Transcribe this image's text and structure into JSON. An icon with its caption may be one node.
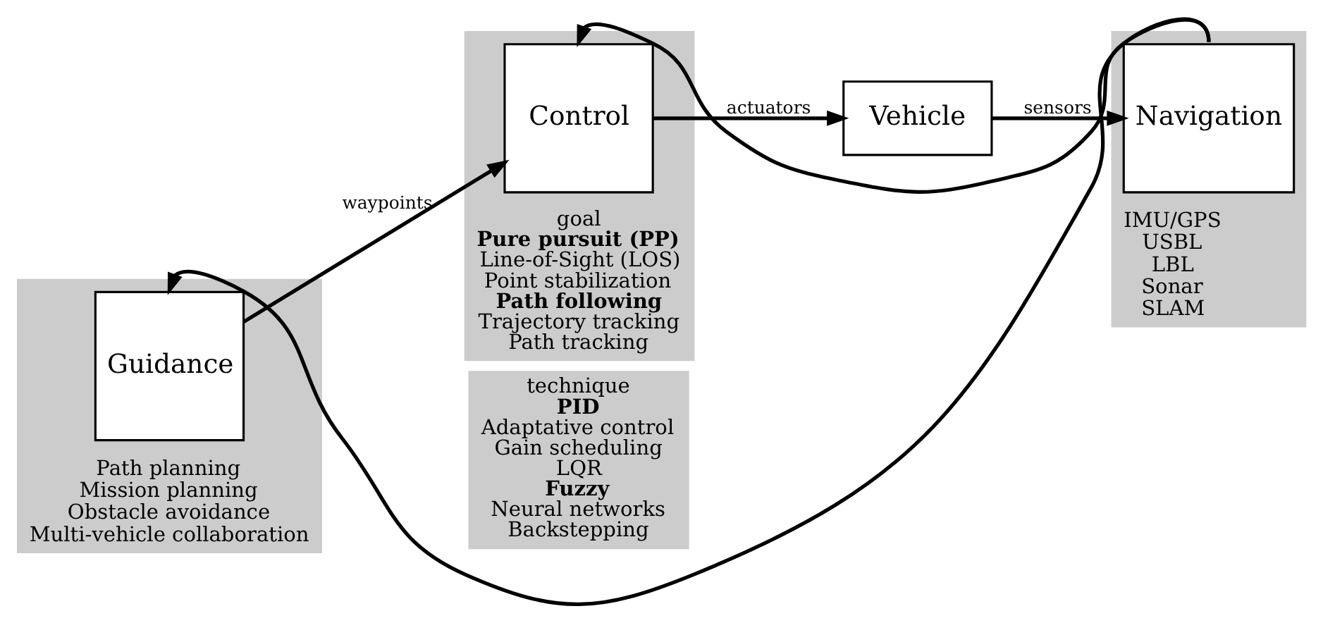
{
  "diagram": {
    "nodes": [
      {
        "text": [
          "Path planning",
          "Mission planning",
          "Obstacle avoidance",
          "Multi-vehicle collaboration"
        ]
      },
      {
        "text": [
          "Guidance"
        ],
        "in": 0
      },
      {
        "text": [
          "goal",
          "**Pure pursuit (PP)**",
          "Line-of-Sight (LOS)",
          "Point stabilization",
          "**Path following**",
          "Trajectory tracking",
          "Path tracking"
        ]
      },
      {
        "text": [
          "Control"
        ],
        "in": 2
      },
      {
        "text": [
          "technique",
          "**PID**",
          "Adaptative control",
          "Gain scheduling",
          "LQR",
          "**Fuzzy**",
          "Neural networks",
          "Backstepping"
        ]
      },
      {
        "text": [
          "Vehicle"
        ]
      },
      {
        "text": [
          "IMU/GPS",
          "USBL",
          "LBL",
          "Sonar",
          "SLAM"
        ]
      },
      {
        "text": [
          "Navigation"
        ],
        "in": 6
      }
    ],
    "edges": [
      {
        "from": 1,
        "to": 3,
        "arrow": "to",
        "label": "waypoints"
      },
      {
        "from": 3,
        "to": 5,
        "arrow": "to",
        "label": "actuators"
      },
      {
        "from": 5,
        "to": 7,
        "arrow": "to",
        "label": "sensors"
      },
      {
        "from": 7,
        "to": 1,
        "arrow": "to"
      },
      {
        "from": 7,
        "to": 3,
        "arrow": "to"
      }
    ]
  }
}
